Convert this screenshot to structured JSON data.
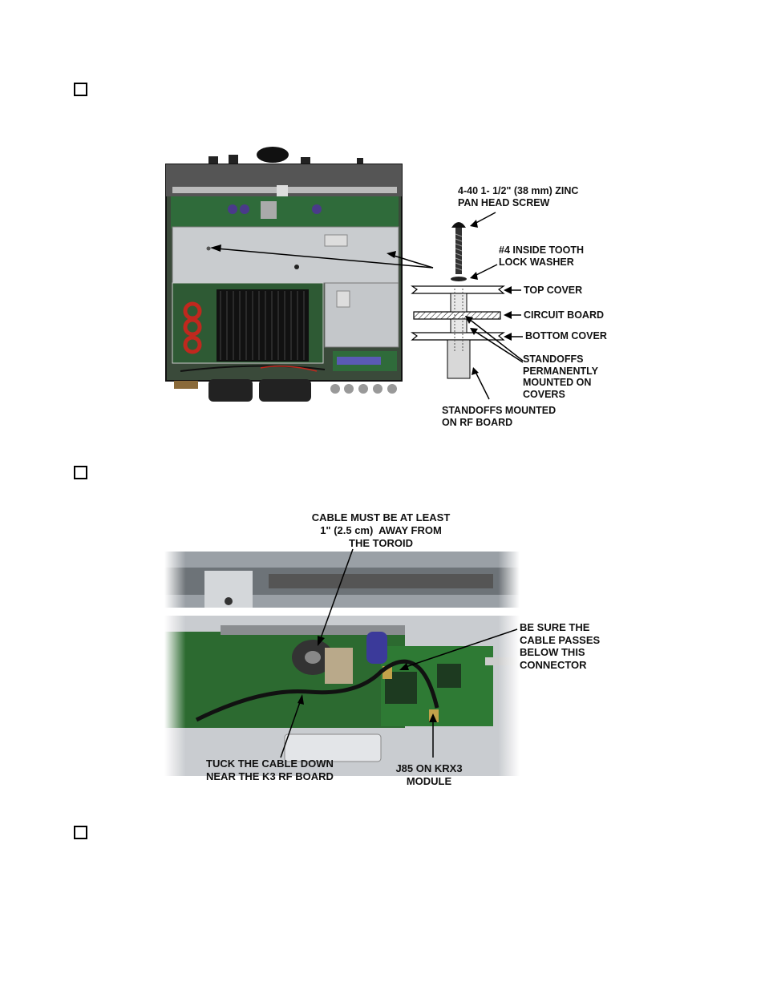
{
  "steps": [
    {
      "checked": false
    },
    {
      "checked": false
    },
    {
      "checked": false
    }
  ],
  "figure1": {
    "labels": {
      "screw": "4-40 1- 1/2\" (38 mm) ZINC\nPAN HEAD SCREW",
      "washer": "#4 INSIDE TOOTH\nLOCK WASHER",
      "top_cover": "TOP COVER",
      "circuit_board": "CIRCUIT BOARD",
      "bottom_cover": "BOTTOM COVER",
      "standoffs_covers": "STANDOFFS\nPERMANENTLY\nMOUNTED ON\nCOVERS",
      "standoffs_rf": "STANDOFFS MOUNTED\nON RF BOARD"
    }
  },
  "figure2": {
    "labels": {
      "cable_toroid": "CABLE MUST BE AT LEAST\n1\" (2.5 cm)  AWAY FROM\nTHE TOROID",
      "cable_passes": "BE SURE THE\nCABLE PASSES\nBELOW THIS\nCONNECTOR",
      "tuck_cable": "TUCK THE CABLE DOWN\nNEAR THE K3 RF BOARD",
      "j85": "J85 ON KRX3\nMODULE"
    }
  }
}
